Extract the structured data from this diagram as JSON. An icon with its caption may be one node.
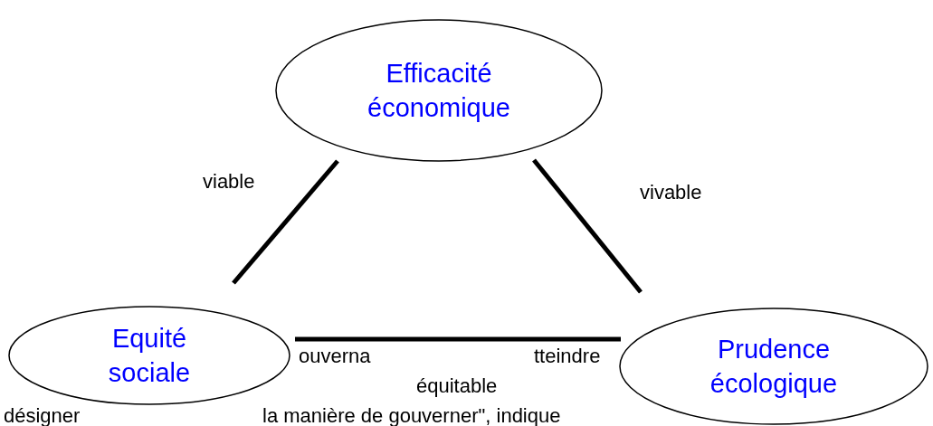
{
  "diagram": {
    "nodes": [
      {
        "text": [
          "Efficacité économique"
        ]
      },
      {
        "text": [
          "Equité sociale"
        ]
      },
      {
        "text": [
          "Prudence écologique"
        ]
      }
    ],
    "edges": [
      {
        "from": 0,
        "to": 1,
        "arrow": "none",
        "label": "viable"
      },
      {
        "from": 0,
        "to": 2,
        "arrow": "none",
        "label": "vivable"
      },
      {
        "from": 1,
        "to": 2,
        "arrow": "none",
        "label": "équitable"
      }
    ],
    "labels": [
      "ouverna",
      "tteindre",
      "désigner",
      "la manière de gouverner\", indique"
    ]
  }
}
